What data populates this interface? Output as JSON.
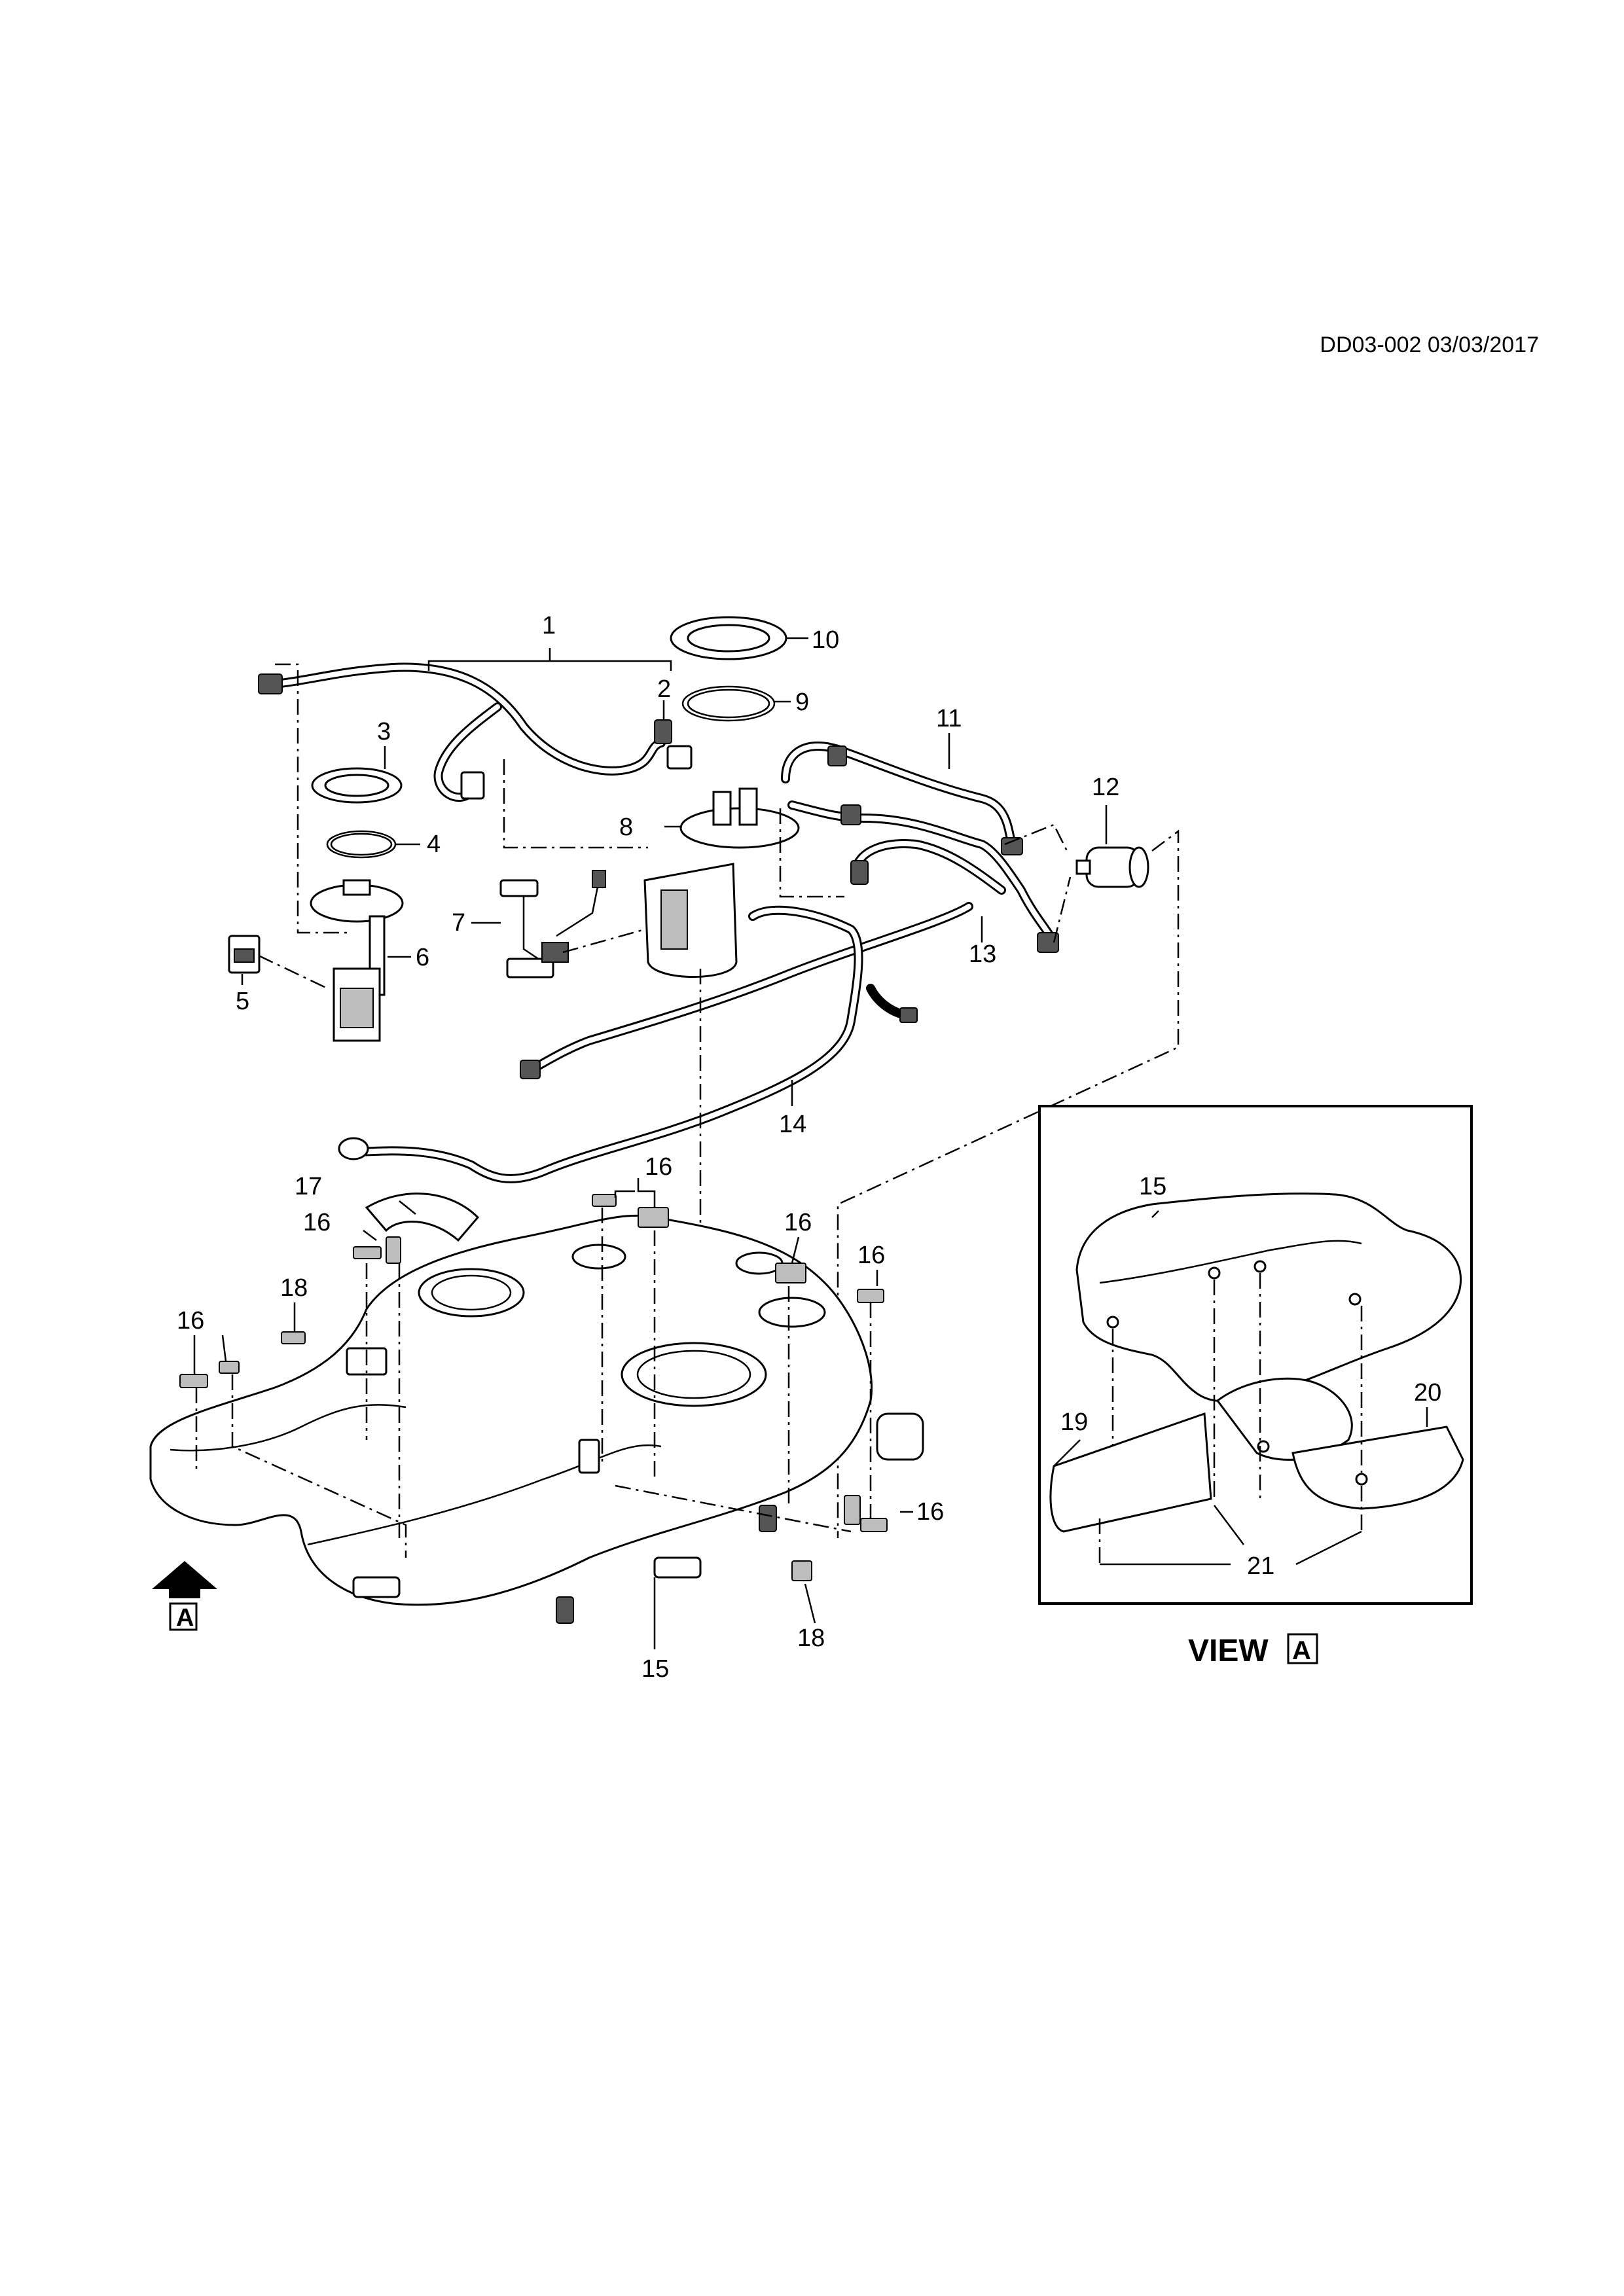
{
  "header": {
    "doc_id": "DD03-002 03/03/2017"
  },
  "callouts": {
    "c1": "1",
    "c2": "2",
    "c3": "3",
    "c4": "4",
    "c5": "5",
    "c6": "6",
    "c7": "7",
    "c8": "8",
    "c9": "9",
    "c10": "10",
    "c11": "11",
    "c12": "12",
    "c13": "13",
    "c14": "14",
    "c15": "15",
    "c16": "16",
    "c17": "17",
    "c18": "18",
    "c19": "19",
    "c20": "20",
    "c21": "21"
  },
  "view_arrow": {
    "letter": "A"
  },
  "inset": {
    "title": "VIEW",
    "letter": "A"
  }
}
